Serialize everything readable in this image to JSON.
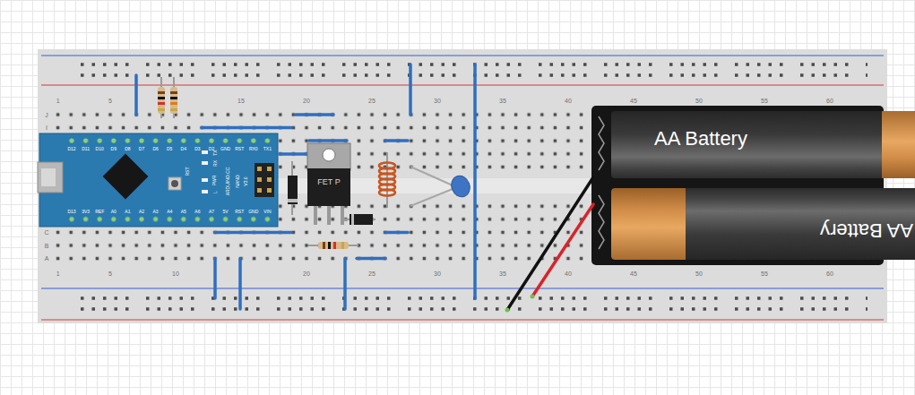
{
  "diagram": {
    "nodes": [
      {
        "text": [
          "FET P"
        ]
      },
      {
        "text": [
          "AA Battery"
        ]
      },
      {
        "text": [
          "AA Battery"
        ]
      }
    ],
    "labels": [
      "1",
      "5",
      "15",
      "20",
      "25",
      "30",
      "35",
      "40",
      "45",
      "50",
      "55",
      "60",
      "1",
      "5",
      "10",
      "20",
      "25",
      "30",
      "35",
      "40",
      "45",
      "50",
      "55",
      "60",
      "J",
      "I",
      "C",
      "B",
      "A",
      "D12",
      "D11",
      "D10",
      "D9",
      "D8",
      "D7",
      "D6",
      "D5",
      "D4",
      "D3",
      "D2",
      "GND",
      "RST",
      "RX0",
      "TX1",
      "D13",
      "3V3",
      "REF",
      "A0",
      "A1",
      "A2",
      "A3",
      "A4",
      "A5",
      "A6",
      "A7",
      "5V",
      "RST",
      "GND",
      "VIN",
      "ARDUINO.CC",
      "NANO",
      "V3.0",
      "TX",
      "RX",
      "PWR",
      "L",
      "RST"
    ]
  }
}
